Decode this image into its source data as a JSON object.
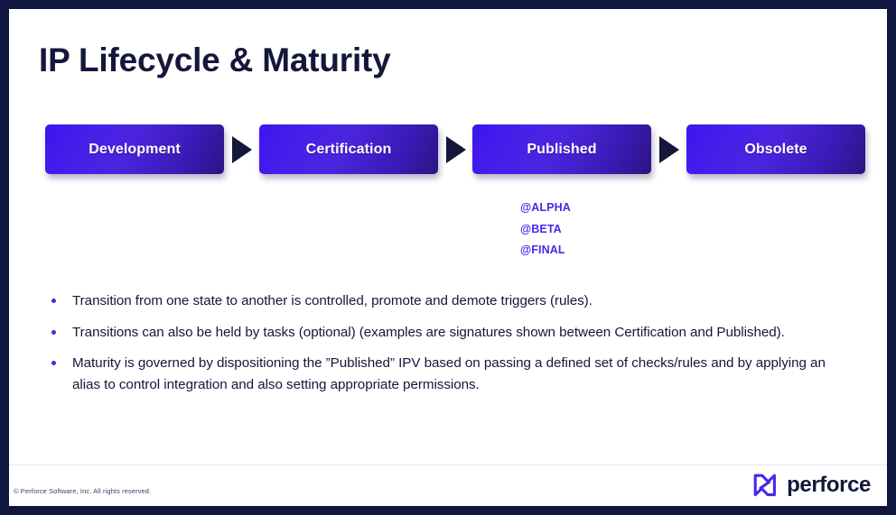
{
  "slide": {
    "title": "IP Lifecycle & Maturity",
    "border_color": "#0f1740",
    "background_color": "#ffffff",
    "text_color": "#141739",
    "accent_color": "#4a27e6"
  },
  "flow": {
    "arrow_icon_name": "right-triangle-arrow-icon",
    "stages": [
      {
        "label": "Development"
      },
      {
        "label": "Certification"
      },
      {
        "label": "Published"
      },
      {
        "label": "Obsolete"
      }
    ]
  },
  "aliases": {
    "items": [
      {
        "label": "@ALPHA"
      },
      {
        "label": "@BETA"
      },
      {
        "label": "@FINAL"
      }
    ]
  },
  "bullets": {
    "items": [
      {
        "text": "Transition from one state to another is controlled, promote and demote triggers (rules)."
      },
      {
        "text": "Transitions can also be held by tasks (optional) (examples are signatures shown between Certification and Published)."
      },
      {
        "text": "Maturity is governed by dispositioning the ”Published” IPV based on passing a defined set of checks/rules and by applying an alias to control integration and also setting appropriate permissions."
      }
    ]
  },
  "footer": {
    "copyright": "© Perforce Software, Inc. All rights reserved.",
    "brand_name": "perforce",
    "brand_mark_name": "perforce-logo-mark",
    "brand_mark_color": "#4a27e6"
  }
}
